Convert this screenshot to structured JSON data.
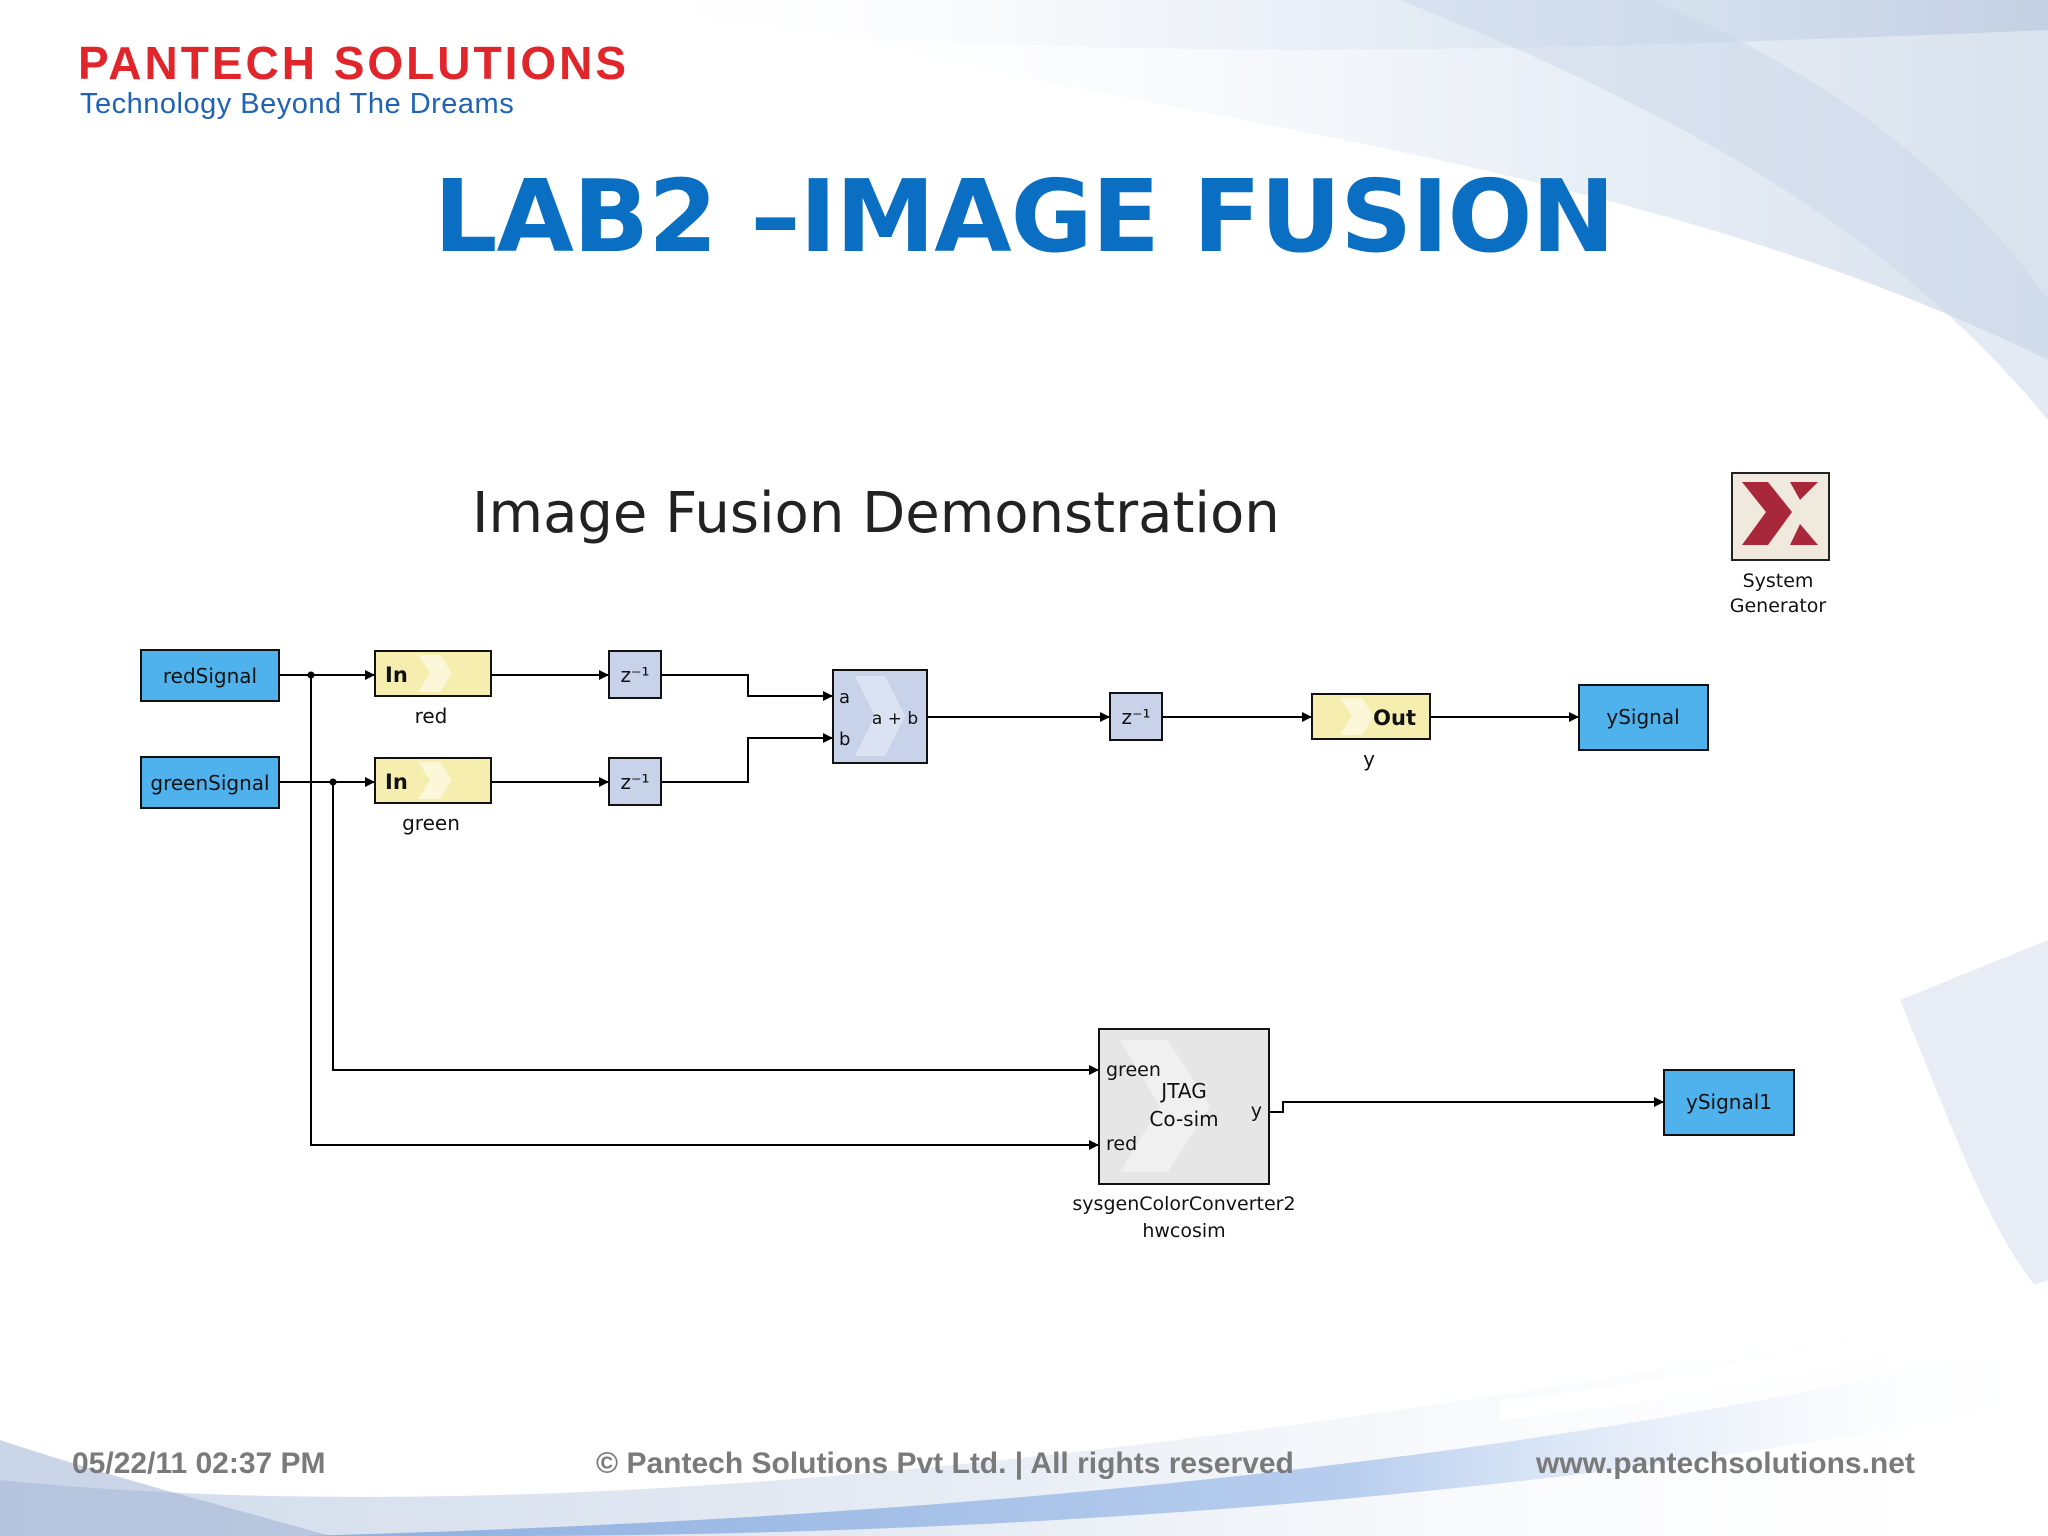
{
  "slide": {
    "brand": "PANTECH SOLUTIONS",
    "tagline": "Technology Beyond The Dreams",
    "title": "LAB2 –IMAGE FUSION"
  },
  "diagram": {
    "title": "Image Fusion Demonstration",
    "blocks": {
      "red_signal": "redSignal",
      "green_signal": "greenSignal",
      "gateway_in_red_label": "In",
      "gateway_in_red_name": "red",
      "gateway_in_green_label": "In",
      "gateway_in_green_name": "green",
      "delay_symbol": "z⁻¹",
      "adder_port_a": "a",
      "adder_port_b": "b",
      "adder_expr": "a + b",
      "gateway_out_label": "Out",
      "gateway_out_name": "y",
      "y_signal": "ySignal",
      "cosim_port_green": "green",
      "cosim_port_red": "red",
      "cosim_port_y": "y",
      "cosim_line1": "JTAG",
      "cosim_line2": "Co-sim",
      "cosim_name1": "sysgenColorConverter2",
      "cosim_name2": "hwcosim",
      "y_signal1": "ySignal1",
      "system_generator_line1": "System",
      "system_generator_line2": "Generator"
    },
    "colors": {
      "signal_block": "#4fb2ec",
      "gateway_block": "#f5eeae",
      "delay_block": "#c8d3ea",
      "cosim_block": "#e6e6e6",
      "xilinx_logo": "#a8283a"
    }
  },
  "footer": {
    "date": "05/22/11 02:37 PM",
    "copyright": "© Pantech Solutions Pvt Ltd. | All rights reserved",
    "website": "www.pantechsolutions.net"
  }
}
